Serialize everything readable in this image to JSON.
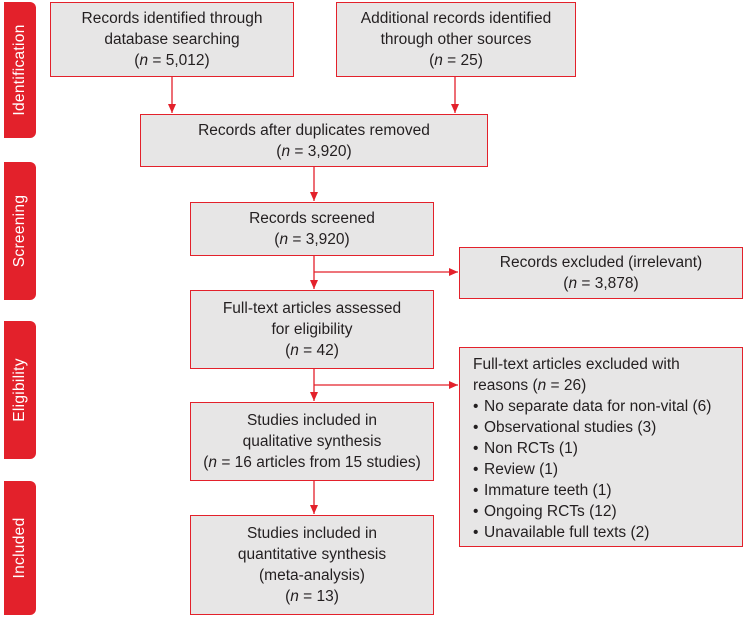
{
  "phases": {
    "identification": "Identification",
    "screening": "Screening",
    "eligibility": "Eligibility",
    "included": "Included"
  },
  "boxes": {
    "database": {
      "line1": "Records identified through",
      "line2": "database searching",
      "count_open": "(",
      "n": "n",
      "count_text": " = 5,012)"
    },
    "other_sources": {
      "line1": "Additional records identified",
      "line2": "through other sources",
      "count_open": "(",
      "n": "n",
      "count_text": " = 25)"
    },
    "duplicates_removed": {
      "line1": "Records after duplicates removed",
      "count_open": "(",
      "n": "n",
      "count_text": " = 3,920)"
    },
    "screened": {
      "line1": "Records screened",
      "count_open": "(",
      "n": "n",
      "count_text": " = 3,920)"
    },
    "excluded_irrelevant": {
      "line1": "Records excluded (irrelevant)",
      "count_open": "(",
      "n": "n",
      "count_text": " = 3,878)"
    },
    "fulltext_assessed": {
      "line1": "Full-text articles assessed",
      "line2": "for eligibility",
      "count_open": "(",
      "n": "n",
      "count_text": " = 42)"
    },
    "fulltext_excluded": {
      "line1": "Full-text articles excluded with",
      "line2_open": "reasons (",
      "n": "n",
      "line2_close": " = 26)",
      "reasons": [
        "No separate data for non-vital (6)",
        "Observational studies (3)",
        "Non RCTs (1)",
        "Review (1)",
        "Immature teeth (1)",
        "Ongoing RCTs (12)",
        "Unavailable full texts (2)"
      ]
    },
    "qualitative": {
      "line1": "Studies included in",
      "line2": "qualitative synthesis",
      "count_open": "(",
      "n": "n",
      "count_text": " = 16 articles from 15 studies)"
    },
    "quantitative": {
      "line1": "Studies included in",
      "line2": "quantitative synthesis",
      "line3": "(meta-analysis)",
      "count_open": "(",
      "n": "n",
      "count_text": " = 13)"
    }
  },
  "bullet": "•",
  "colors": {
    "accent": "#e3212b",
    "box_fill": "#e7e6e6",
    "text": "#231f20"
  }
}
